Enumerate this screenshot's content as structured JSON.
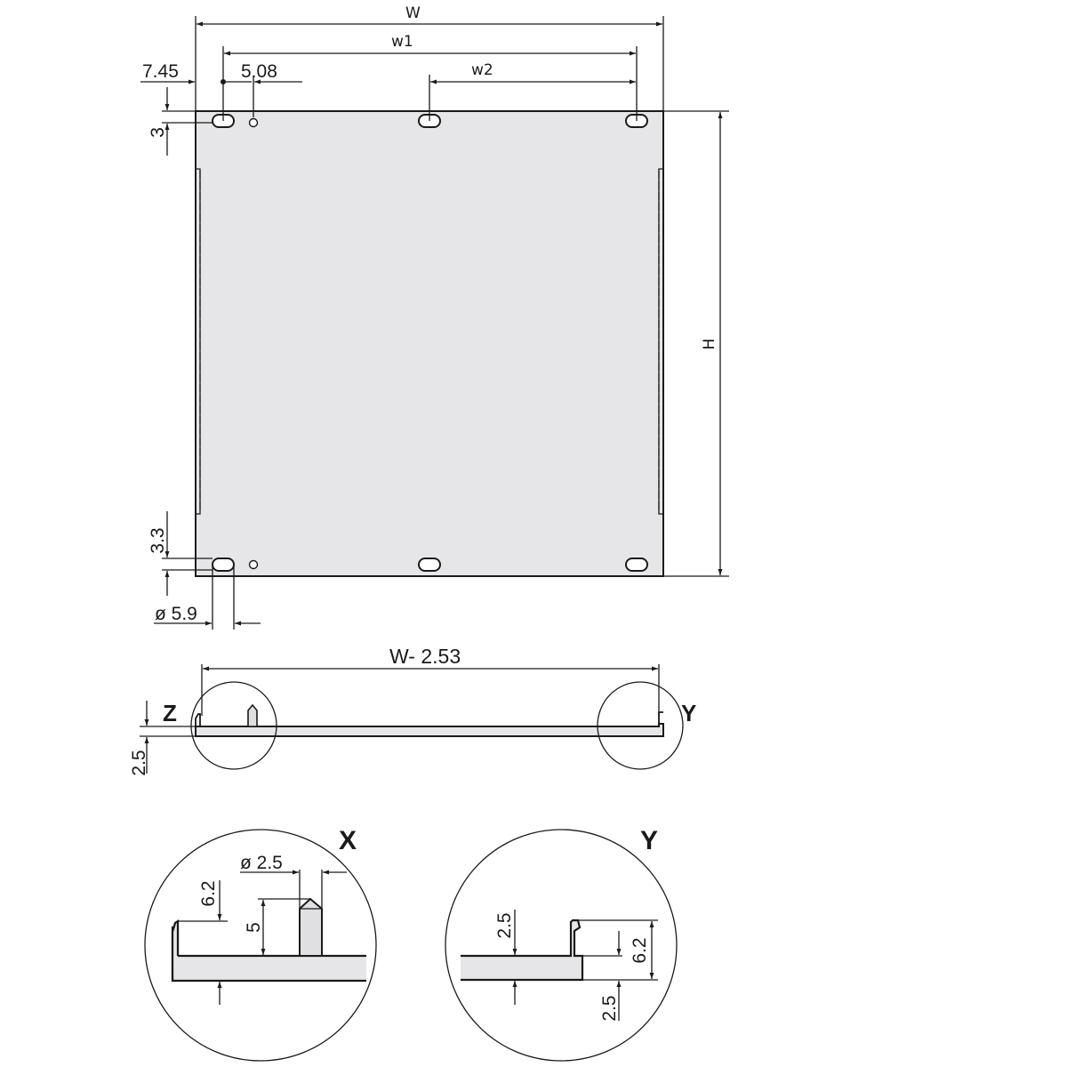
{
  "drawing": {
    "top_view": {
      "dim_width": "W",
      "dim_w1": "w1",
      "dim_w2": "w2",
      "dim_edge_offset": "7.45",
      "dim_pin_offset": "5.08",
      "dim_top_hole": "3",
      "dim_bottom_hole": "3.3",
      "dim_hole_diameter": "ø 5.9",
      "dim_height": "H"
    },
    "side_view": {
      "dim_length": "W- 2.53",
      "dim_thickness": "2.5",
      "label_left": "Z",
      "label_right": "Y"
    },
    "detail_x": {
      "label": "X",
      "dim_pin_diameter": "ø 2.5",
      "dim_pin_height": "5",
      "dim_flange_height": "6.2"
    },
    "detail_y": {
      "label": "Y",
      "dim_thickness": "2.5",
      "dim_flange_height": "6.2",
      "dim_bottom_offset": "2.5"
    }
  },
  "colors": {
    "plate_fill": "#e6e6e8",
    "line": "#1a1a1a",
    "background": "#ffffff"
  }
}
